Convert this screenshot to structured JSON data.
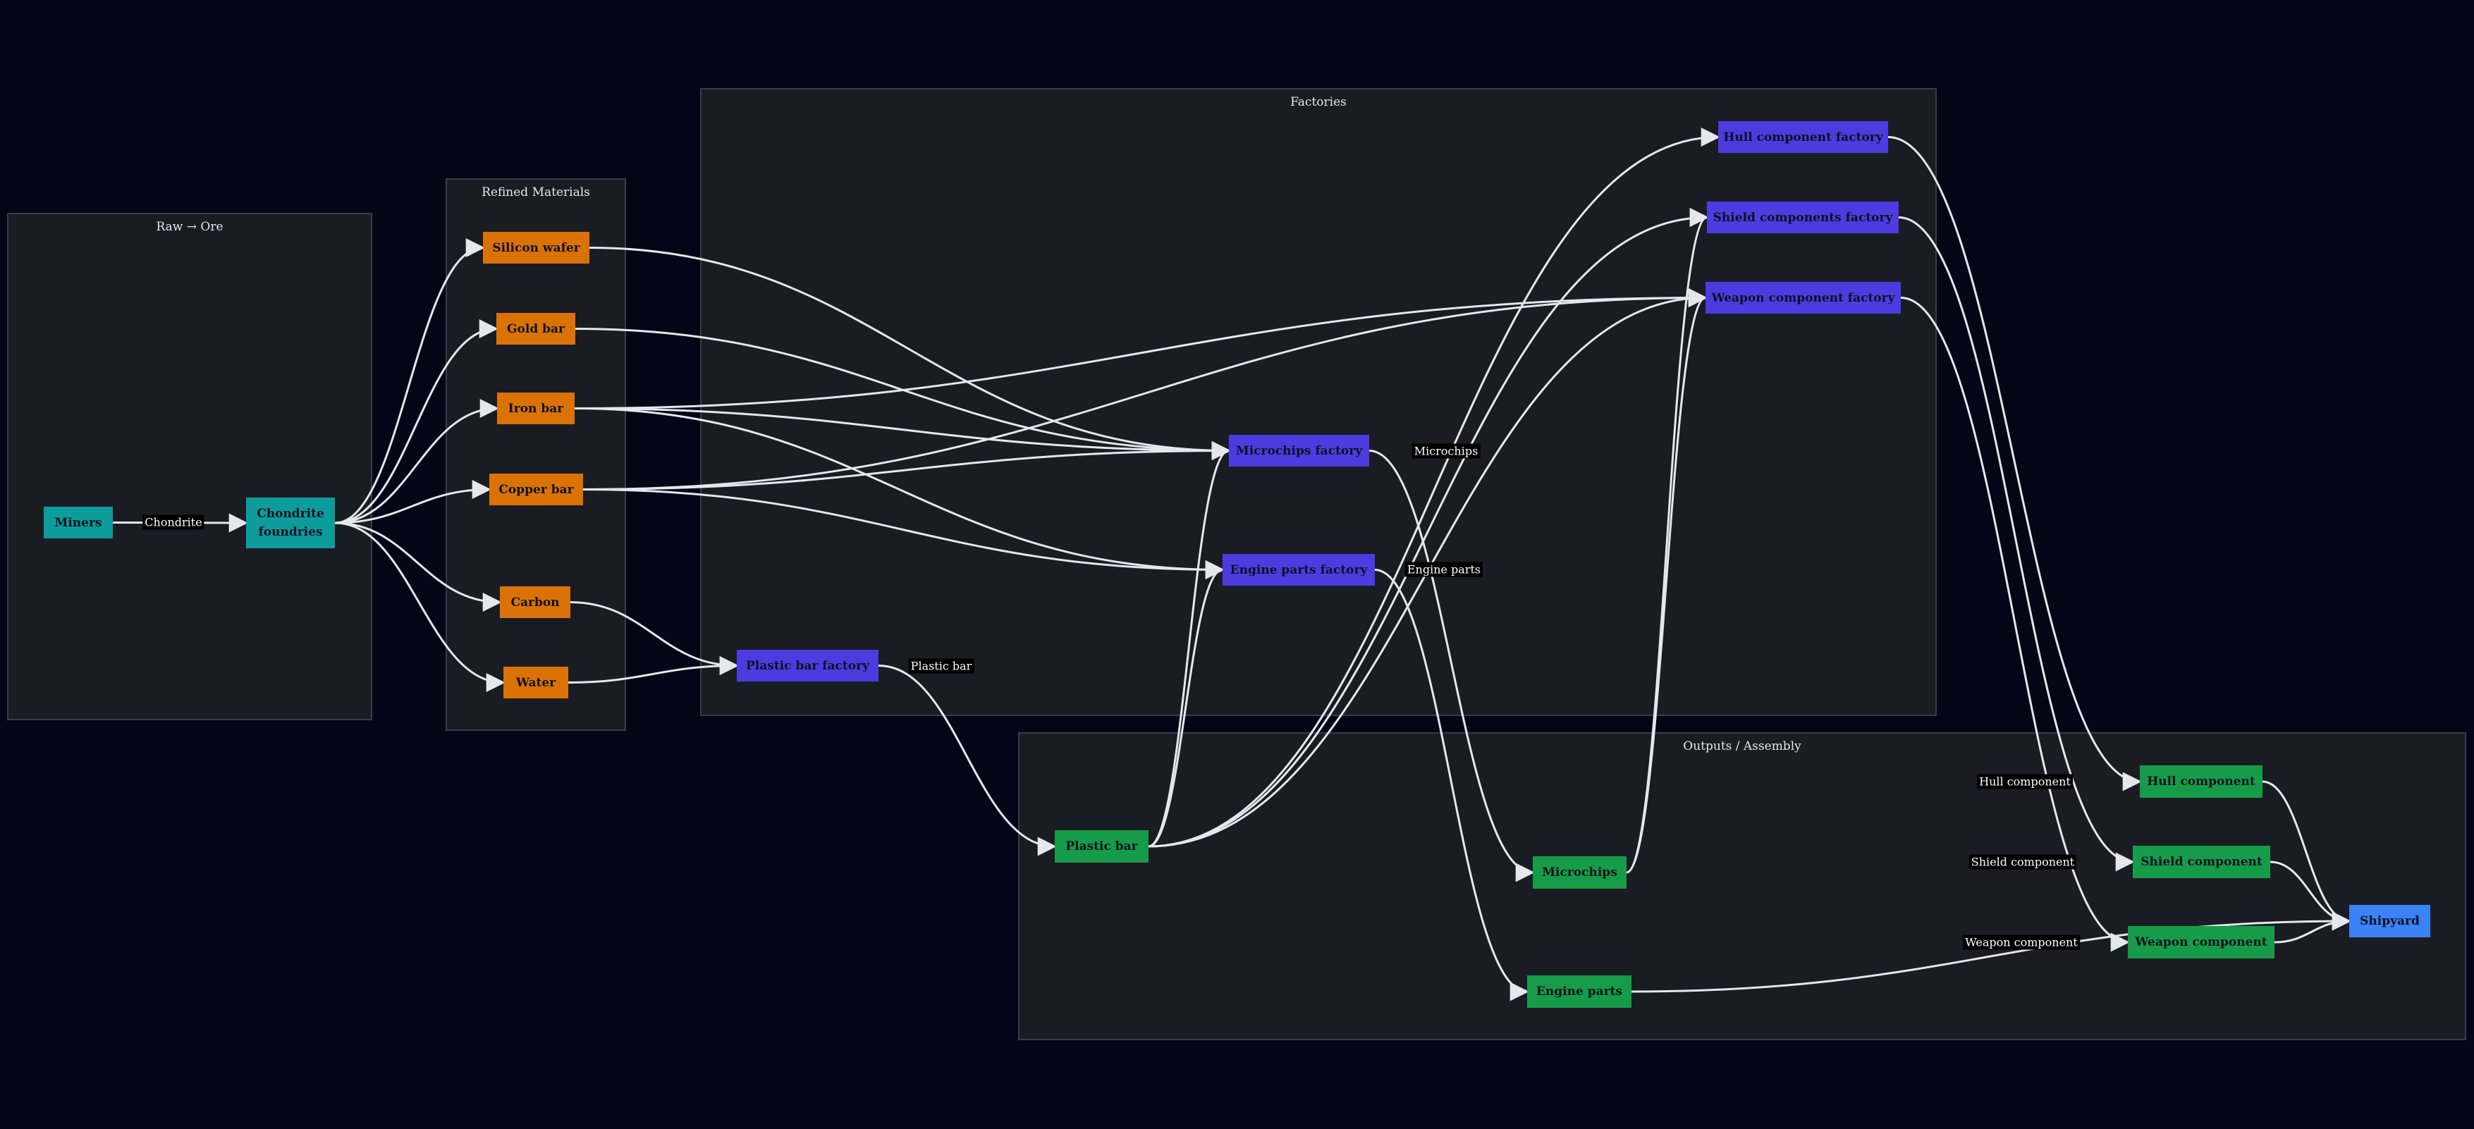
{
  "colors": {
    "background": "#020617",
    "cluster_fill": "#1a1c23",
    "raw": "#0d9c9c",
    "refined": "#db7206",
    "factory": "#4c3ce0",
    "output": "#169c49",
    "final": "#3b82f6",
    "edge": "#e5e7eb"
  },
  "clusters": {
    "raw": {
      "title": "Raw → Ore"
    },
    "refined": {
      "title": "Refined Materials"
    },
    "factories": {
      "title": "Factories"
    },
    "outputs": {
      "title": "Outputs / Assembly"
    }
  },
  "nodes": {
    "miners": {
      "label": "Miners"
    },
    "foundries": {
      "line1": "Chondrite",
      "line2": "foundries"
    },
    "silicon_wafer": {
      "label": "Silicon wafer"
    },
    "gold_bar": {
      "label": "Gold bar"
    },
    "iron_bar": {
      "label": "Iron bar"
    },
    "copper_bar": {
      "label": "Copper bar"
    },
    "carbon": {
      "label": "Carbon"
    },
    "water": {
      "label": "Water"
    },
    "plastic_bar_factory": {
      "label": "Plastic bar factory"
    },
    "microchips_factory": {
      "label": "Microchips factory"
    },
    "engine_parts_factory": {
      "label": "Engine parts factory"
    },
    "hull_component_factory": {
      "label": "Hull component factory"
    },
    "shield_components_factory": {
      "label": "Shield components factory"
    },
    "weapon_component_factory": {
      "label": "Weapon component factory"
    },
    "plastic_bar": {
      "label": "Plastic bar"
    },
    "microchips": {
      "label": "Microchips"
    },
    "engine_parts": {
      "label": "Engine parts"
    },
    "hull_component": {
      "label": "Hull component"
    },
    "shield_component": {
      "label": "Shield component"
    },
    "weapon_component": {
      "label": "Weapon component"
    },
    "shipyard": {
      "label": "Shipyard"
    }
  },
  "edge_labels": {
    "chondrite": "Chondrite",
    "plastic_bar": "Plastic bar",
    "microchips": "Microchips",
    "engine_parts": "Engine parts",
    "hull_component": "Hull component",
    "shield_component": "Shield component",
    "weapon_component": "Weapon component"
  },
  "edges": [
    [
      "miners",
      "foundries"
    ],
    [
      "foundries",
      "silicon_wafer"
    ],
    [
      "foundries",
      "gold_bar"
    ],
    [
      "foundries",
      "iron_bar"
    ],
    [
      "foundries",
      "copper_bar"
    ],
    [
      "foundries",
      "carbon"
    ],
    [
      "foundries",
      "water"
    ],
    [
      "silicon_wafer",
      "microchips_factory"
    ],
    [
      "gold_bar",
      "microchips_factory"
    ],
    [
      "copper_bar",
      "microchips_factory"
    ],
    [
      "iron_bar",
      "microchips_factory"
    ],
    [
      "iron_bar",
      "engine_parts_factory"
    ],
    [
      "copper_bar",
      "engine_parts_factory"
    ],
    [
      "iron_bar",
      "weapon_component_factory"
    ],
    [
      "copper_bar",
      "weapon_component_factory"
    ],
    [
      "carbon",
      "plastic_bar_factory"
    ],
    [
      "water",
      "plastic_bar_factory"
    ],
    [
      "plastic_bar_factory",
      "plastic_bar"
    ],
    [
      "microchips_factory",
      "microchips"
    ],
    [
      "engine_parts_factory",
      "engine_parts"
    ],
    [
      "plastic_bar",
      "microchips_factory"
    ],
    [
      "plastic_bar",
      "engine_parts_factory"
    ],
    [
      "plastic_bar",
      "hull_component_factory"
    ],
    [
      "plastic_bar",
      "shield_components_factory"
    ],
    [
      "plastic_bar",
      "weapon_component_factory"
    ],
    [
      "microchips",
      "shield_components_factory"
    ],
    [
      "microchips",
      "weapon_component_factory"
    ],
    [
      "hull_component_factory",
      "hull_component"
    ],
    [
      "shield_components_factory",
      "shield_component"
    ],
    [
      "weapon_component_factory",
      "weapon_component"
    ],
    [
      "hull_component",
      "shipyard"
    ],
    [
      "shield_component",
      "shipyard"
    ],
    [
      "weapon_component",
      "shipyard"
    ],
    [
      "engine_parts",
      "shipyard"
    ]
  ]
}
